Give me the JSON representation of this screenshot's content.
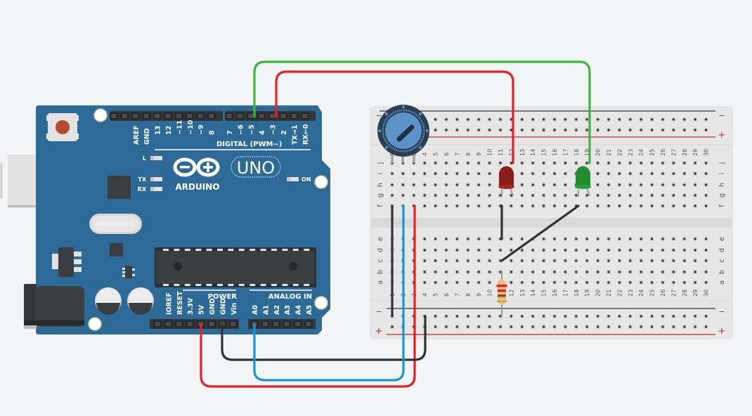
{
  "arduino": {
    "brand": "ARDUINO",
    "model": "UNO",
    "crystal_label": "SPK16.000G",
    "digital_header_label": "DIGITAL (PWM~)",
    "digital_pins": [
      "AREF",
      "GND",
      "13",
      "12",
      "~11",
      "~10",
      "~9",
      "8",
      "7",
      "~6",
      "~5",
      "4",
      "~3",
      "2",
      "TX→1",
      "RX←0"
    ],
    "power_header_label": "POWER",
    "power_pins": [
      "IOREF",
      "RESET",
      "3.3V",
      "5V",
      "GND",
      "GND",
      "Vin"
    ],
    "analog_header_label": "ANALOG IN",
    "analog_pins": [
      "A0",
      "A1",
      "A2",
      "A3",
      "A4",
      "A5"
    ],
    "led_labels": {
      "l": "L",
      "tx": "TX",
      "rx": "RX",
      "on": "ON"
    }
  },
  "breadboard": {
    "columns": [
      "1",
      "2",
      "3",
      "4",
      "5",
      "6",
      "7",
      "8",
      "9",
      "10",
      "11",
      "12",
      "13",
      "14",
      "15",
      "16",
      "17",
      "18",
      "19",
      "20",
      "21",
      "22",
      "23",
      "24",
      "25",
      "26",
      "27",
      "28",
      "29",
      "30"
    ],
    "top_rows": [
      "j",
      "i",
      "h",
      "g",
      "f"
    ],
    "bottom_rows": [
      "e",
      "d",
      "c",
      "b",
      "a"
    ],
    "rail_minus": "−",
    "rail_plus": "+"
  },
  "components": {
    "potentiometer": {
      "name": "potentiometer",
      "knob_color": "#5b93c9"
    },
    "led_red": {
      "name": "red LED",
      "color": "#8b1c1c"
    },
    "led_green": {
      "name": "green LED",
      "color": "#238b2f"
    },
    "resistor": {
      "name": "resistor",
      "bands": [
        "#e8241f",
        "#e8241f",
        "#8a4b16",
        "#c6a030"
      ]
    }
  },
  "wires": [
    {
      "name": "green-wire",
      "from": "~5",
      "to": "j19",
      "color": "#3db543"
    },
    {
      "name": "red-wire-signal",
      "from": "~3",
      "to": "j12",
      "color": "#e52127"
    },
    {
      "name": "red-wire-power",
      "from": "5V",
      "to": "f3",
      "color": "#e52127"
    },
    {
      "name": "black-wire-gnd",
      "from": "GND",
      "to": "rail-minus-4",
      "color": "#2f3134"
    },
    {
      "name": "blue-wire-analog",
      "from": "A0",
      "to": "f2",
      "color": "#1498d5"
    }
  ],
  "colors": {
    "board": "#2e6a97",
    "header": "#333639",
    "breadboard": "#e6e6e6",
    "rail_red": "#c0282d",
    "rail_black": "#333333"
  }
}
